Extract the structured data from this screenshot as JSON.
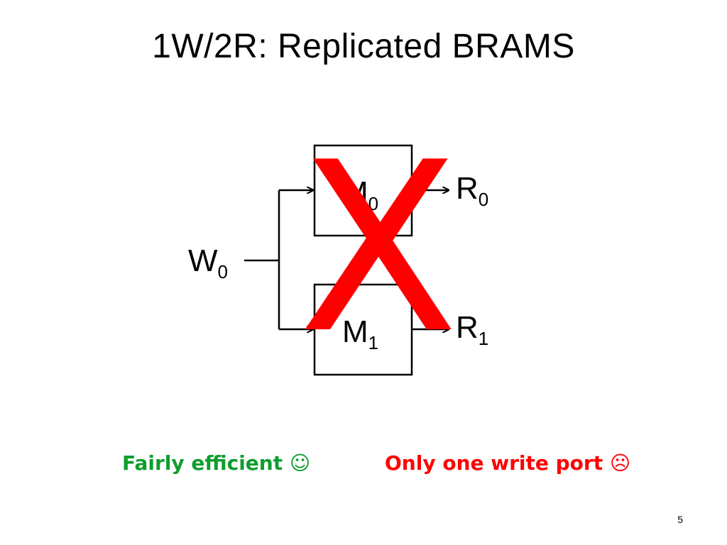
{
  "slide": {
    "title": "1W/2R: Replicated BRAMS",
    "page_number": "5"
  },
  "diagram": {
    "write_port": {
      "base": "W",
      "sub": "0"
    },
    "memories": [
      {
        "base": "M",
        "sub": "0"
      },
      {
        "base": "M",
        "sub": "1"
      }
    ],
    "read_ports": [
      {
        "base": "R",
        "sub": "0"
      },
      {
        "base": "R",
        "sub": "1"
      }
    ],
    "cross_mark": "X",
    "cross_color": "#ff0000"
  },
  "captions": {
    "positive": "Fairly efficient",
    "positive_icon": "smiley-face-icon",
    "positive_glyph": "☺",
    "positive_color": "#0f9d2e",
    "negative": "Only one write port",
    "negative_icon": "frowning-face-icon",
    "negative_glyph": "☹",
    "negative_color": "#ff0000"
  }
}
